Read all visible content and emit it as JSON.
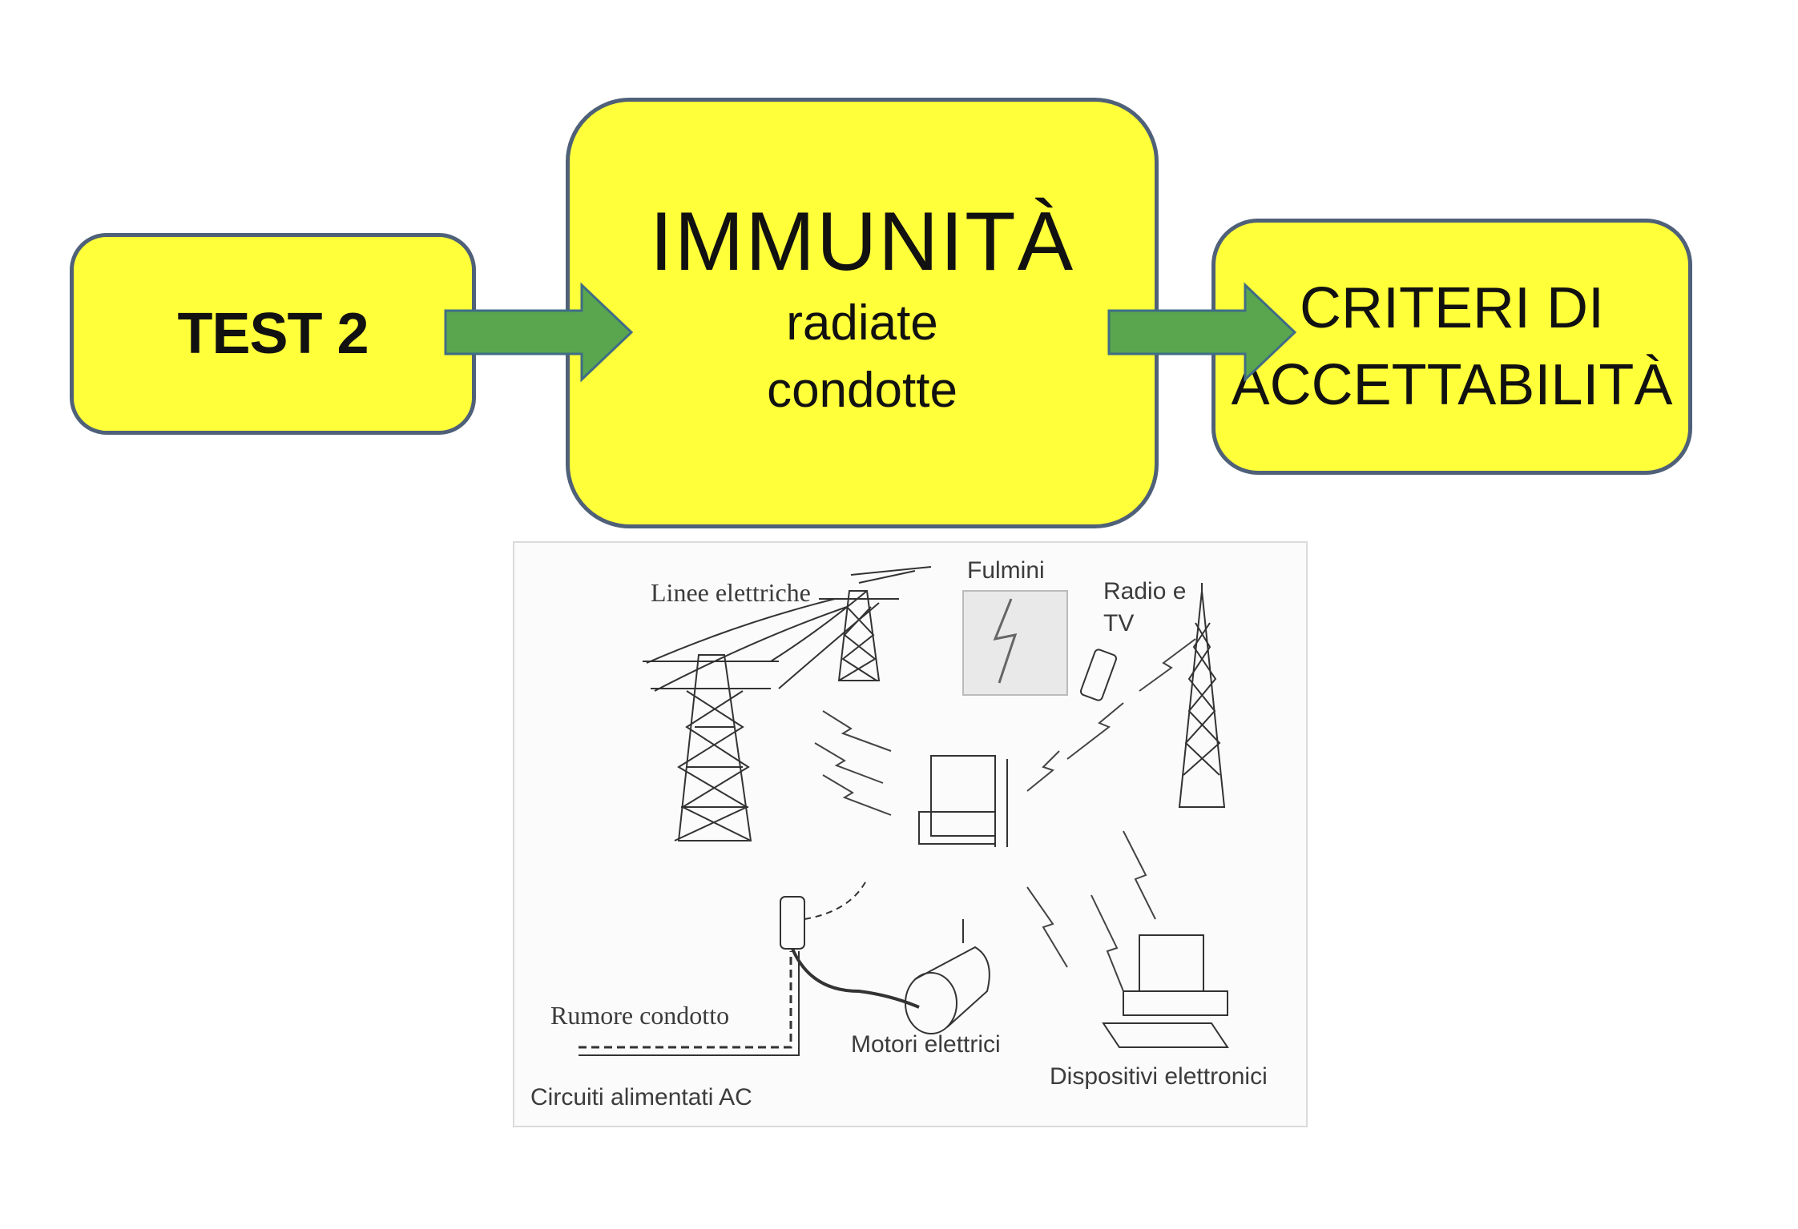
{
  "flow": {
    "step1": "TEST 2",
    "step2_title": "IMMUNITÀ",
    "step2_line1": "radiate",
    "step2_line2": "condotte",
    "step3_line1": "CRITERI DI",
    "step3_line2": "ACCETTABILITÀ"
  },
  "illustration": {
    "power_lines": "Linee elettriche",
    "lightning": "Fulmini",
    "radio_tv_1": "Radio e",
    "radio_tv_2": "TV",
    "conducted_noise": "Rumore condotto",
    "electric_motors": "Motori elettrici",
    "electronic_devices": "Dispositivi elettronici",
    "ac_circuits": "Circuiti alimentati AC"
  },
  "colors": {
    "box_fill": "#ffff3a",
    "box_border": "#4f6079",
    "arrow_fill": "#5aa64f",
    "arrow_border": "#3f6d86"
  }
}
